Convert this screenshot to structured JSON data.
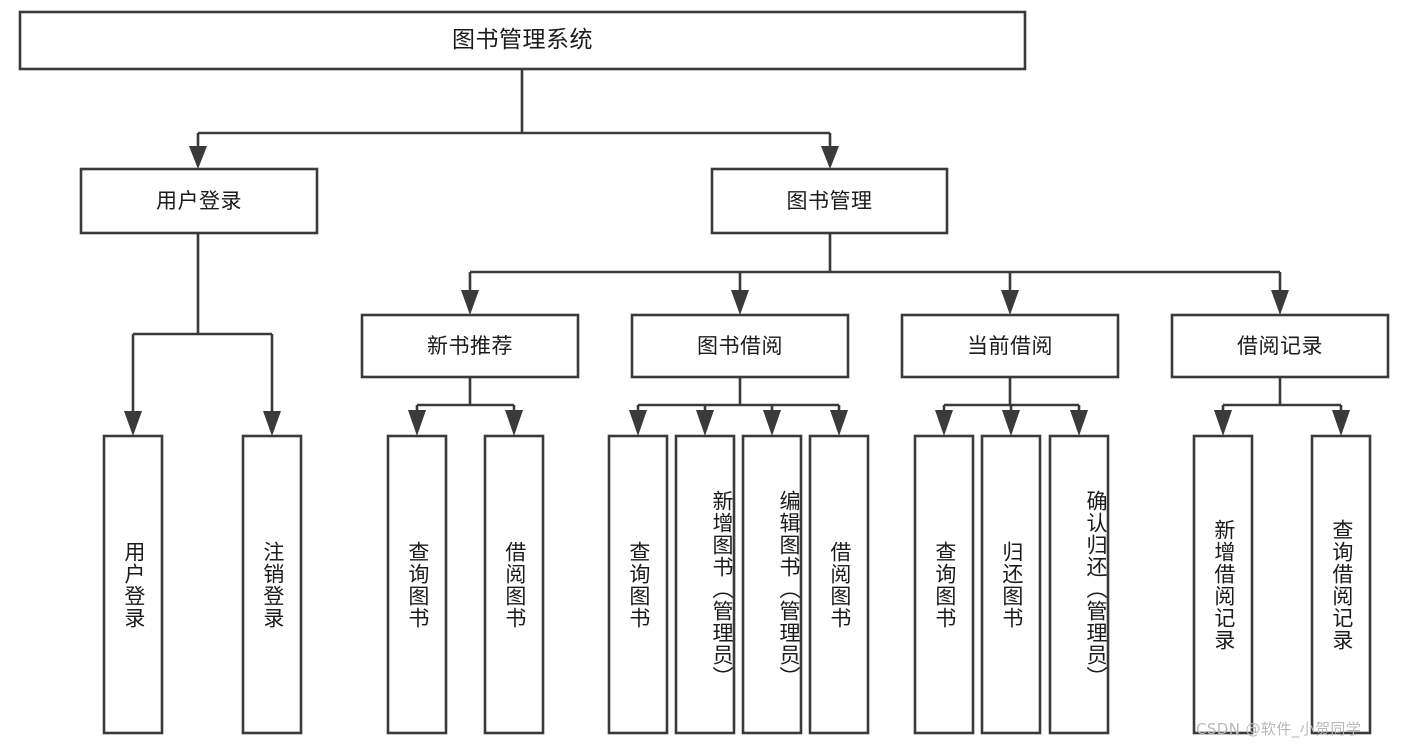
{
  "diagram": {
    "type": "tree-hierarchy",
    "title": "图书管理系统",
    "watermark": "CSDN @软件_小贺同学",
    "colors": {
      "background": "#ffffff",
      "stroke": "#3a3a3a",
      "box_fill": "#ffffff",
      "text": "#1b1b1b",
      "watermark": "#b9b9b9"
    },
    "levels": {
      "root": {
        "label": "图书管理系统"
      },
      "level2": [
        {
          "label": "用户登录"
        },
        {
          "label": "图书管理"
        }
      ],
      "level3": [
        {
          "label": "新书推荐"
        },
        {
          "label": "图书借阅"
        },
        {
          "label": "当前借阅"
        },
        {
          "label": "借阅记录"
        }
      ],
      "leaves_user_login": [
        {
          "label": "用户登录"
        },
        {
          "label": "注销登录"
        }
      ],
      "leaves_new_book": [
        {
          "label": "查询图书"
        },
        {
          "label": "借阅图书"
        }
      ],
      "leaves_borrow_book": [
        {
          "label": "查询图书"
        },
        {
          "label": "新增图书（管理员）"
        },
        {
          "label": "编辑图书（管理员）"
        },
        {
          "label": "借阅图书"
        }
      ],
      "leaves_current_borrow": [
        {
          "label": "查询图书"
        },
        {
          "label": "归还图书"
        },
        {
          "label": "确认归还（管理员）"
        }
      ],
      "leaves_borrow_record": [
        {
          "label": "新增借阅记录"
        },
        {
          "label": "查询借阅记录"
        }
      ]
    }
  }
}
